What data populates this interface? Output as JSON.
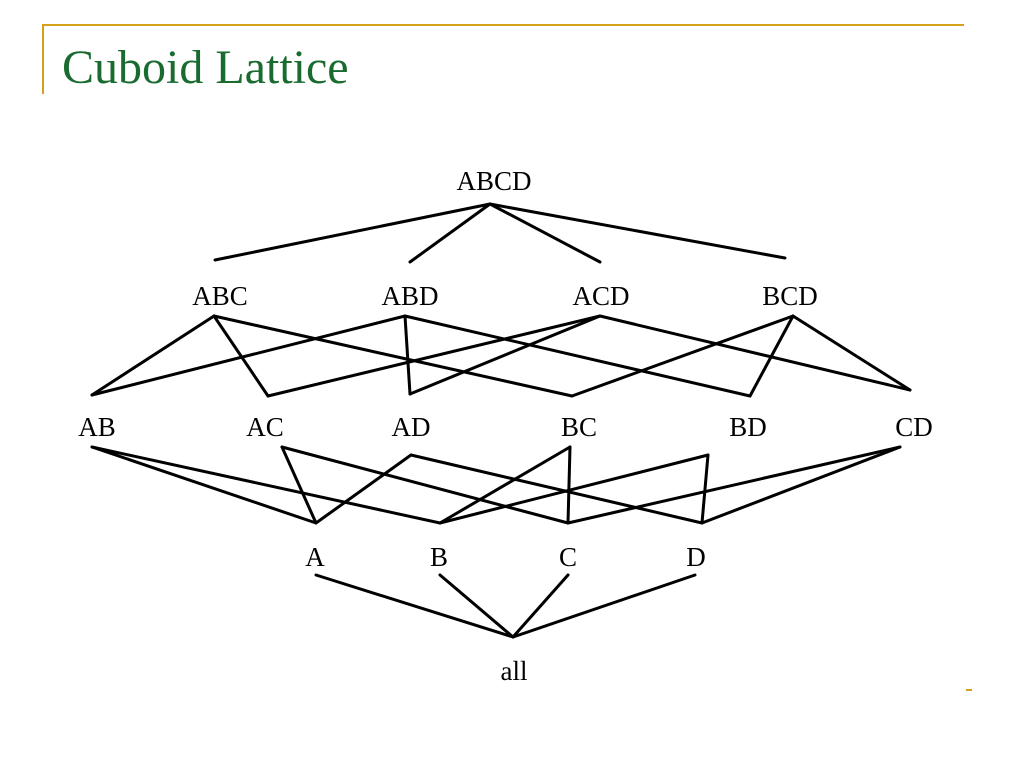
{
  "slide": {
    "title": "Cuboid Lattice",
    "colors": {
      "title": "#1a6b30",
      "rule": "#d4a11a",
      "diagram": "#000000"
    }
  },
  "lattice": {
    "apex": "ABCD",
    "three_d": [
      "ABC",
      "ABD",
      "ACD",
      "BCD"
    ],
    "two_d": [
      "AB",
      "AC",
      "AD",
      "BC",
      "BD",
      "CD"
    ],
    "one_d": [
      "A",
      "B",
      "C",
      "D"
    ],
    "base": "all",
    "edges": [
      [
        "ABCD",
        "ABC"
      ],
      [
        "ABCD",
        "ABD"
      ],
      [
        "ABCD",
        "ACD"
      ],
      [
        "ABCD",
        "BCD"
      ],
      [
        "ABC",
        "AB"
      ],
      [
        "ABC",
        "AC"
      ],
      [
        "ABC",
        "BC"
      ],
      [
        "ABD",
        "AB"
      ],
      [
        "ABD",
        "AD"
      ],
      [
        "ABD",
        "BD"
      ],
      [
        "ACD",
        "AC"
      ],
      [
        "ACD",
        "AD"
      ],
      [
        "ACD",
        "CD"
      ],
      [
        "BCD",
        "BC"
      ],
      [
        "BCD",
        "BD"
      ],
      [
        "BCD",
        "CD"
      ],
      [
        "AB",
        "A"
      ],
      [
        "AB",
        "B"
      ],
      [
        "AC",
        "A"
      ],
      [
        "AC",
        "C"
      ],
      [
        "AD",
        "A"
      ],
      [
        "AD",
        "D"
      ],
      [
        "BC",
        "B"
      ],
      [
        "BC",
        "C"
      ],
      [
        "BD",
        "B"
      ],
      [
        "BD",
        "D"
      ],
      [
        "CD",
        "C"
      ],
      [
        "CD",
        "D"
      ],
      [
        "A",
        "all"
      ],
      [
        "B",
        "all"
      ],
      [
        "C",
        "all"
      ],
      [
        "D",
        "all"
      ]
    ]
  }
}
